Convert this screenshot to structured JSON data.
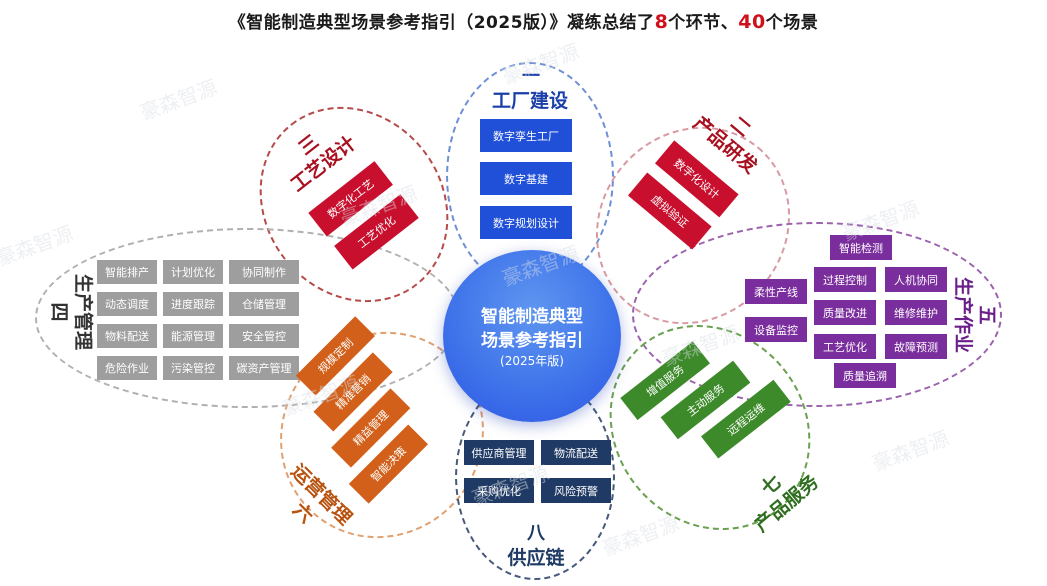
{
  "title": {
    "prefix": "《智能制造典型场景参考指引（2025版）》凝练总结了",
    "num1": "8",
    "mid": "个环节、",
    "num2": "40",
    "suffix": "个场景"
  },
  "center": {
    "line1": "智能制造典型",
    "line2": "场景参考指引",
    "line3": "(2025年版)"
  },
  "sections": {
    "s1": {
      "num": "一",
      "name": "工厂建设",
      "items": [
        "数字孪生工厂",
        "数字基建",
        "数字规划设计"
      ]
    },
    "s2": {
      "num": "二",
      "name": "产品研发",
      "items": [
        "数字化设计",
        "虚拟验证"
      ]
    },
    "s3": {
      "num": "三",
      "name": "工艺设计",
      "items": [
        "数字化工艺",
        "工艺优化"
      ]
    },
    "s4": {
      "num": "四",
      "name": "生产管理",
      "items": [
        "智能排产",
        "计划优化",
        "协同制作",
        "动态调度",
        "进度跟踪",
        "仓储管理",
        "物料配送",
        "能源管理",
        "安全管控",
        "危险作业",
        "污染管控",
        "碳资产管理"
      ]
    },
    "s5": {
      "num": "五",
      "name": "生产作业",
      "items": [
        "智能检测",
        "过程控制",
        "人机协同",
        "柔性产线",
        "质量改进",
        "维修维护",
        "设备监控",
        "工艺优化",
        "故障预测",
        "质量追溯"
      ]
    },
    "s6": {
      "num": "六",
      "name": "运营管理",
      "items": [
        "规模定制",
        "精准营销",
        "精益管理",
        "智能决策"
      ]
    },
    "s7": {
      "num": "七",
      "name": "产品服务",
      "items": [
        "增值服务",
        "主动服务",
        "远程运维"
      ]
    },
    "s8": {
      "num": "八",
      "name": "供应链",
      "items": [
        "供应商管理",
        "物流配送",
        "采购优化",
        "风险预警"
      ]
    }
  },
  "watermark": "豪森智源",
  "colors": {
    "s1": "#2050d8",
    "s2": "#c8102e",
    "s3": "#c8102e",
    "s4": "#9e9e9e",
    "s5": "#7a2d9c",
    "s6": "#d2601a",
    "s7": "#3d8a2a",
    "s8": "#1f3a64",
    "center": "#3f74ea",
    "highlight": "#d0101a"
  }
}
